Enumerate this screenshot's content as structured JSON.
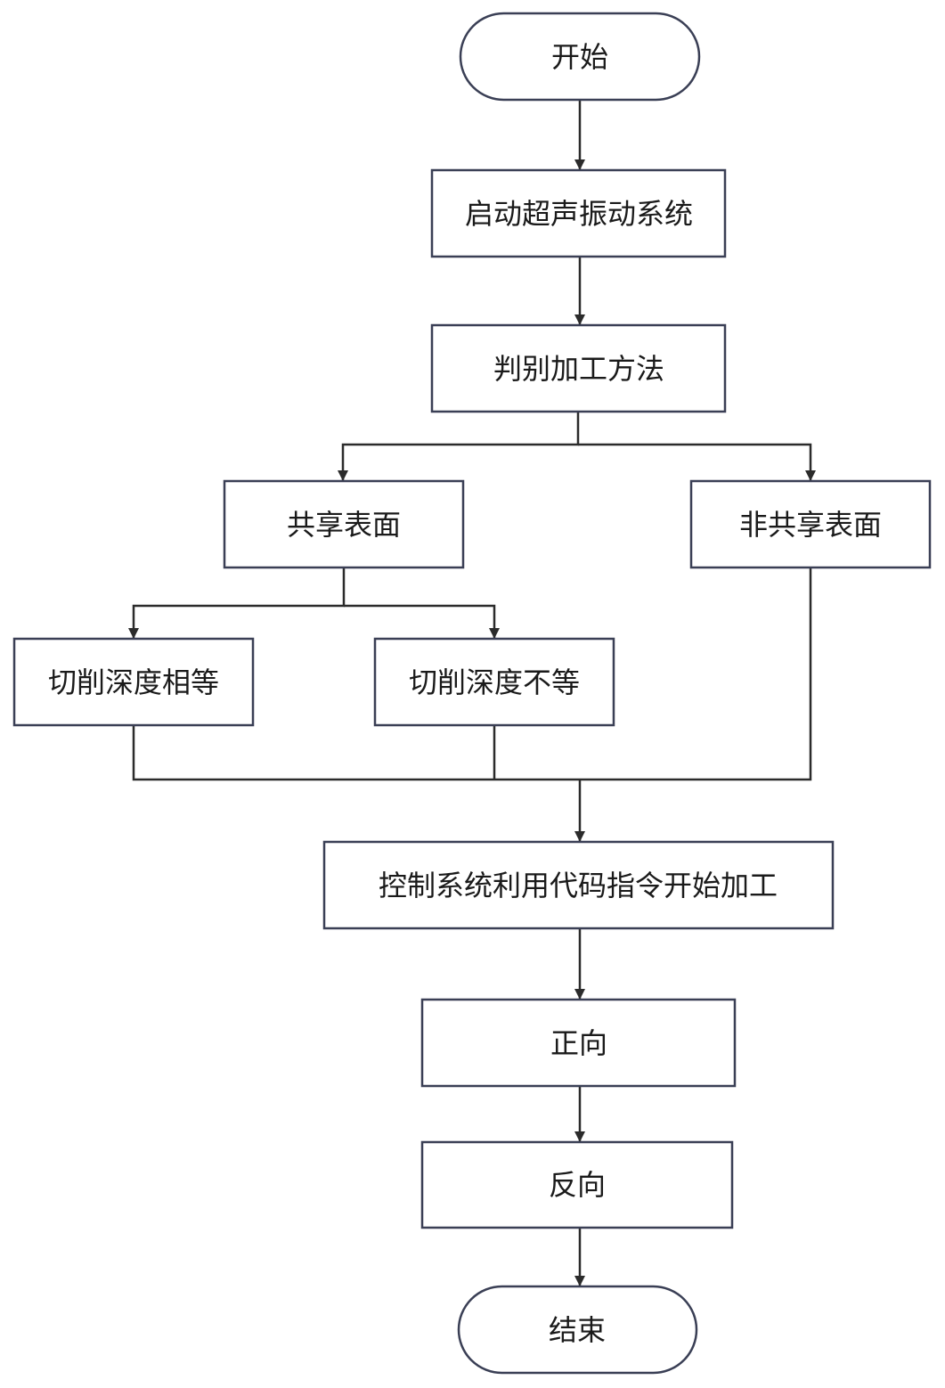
{
  "nodes": {
    "start": "开始",
    "start_ultrasonic": "启动超声振动系统",
    "determine_method": "判别加工方法",
    "shared_surface": "共享表面",
    "non_shared_surface": "非共享表面",
    "equal_depth": "切削深度相等",
    "unequal_depth": "切削深度不等",
    "control_system": "控制系统利用代码指令开始加工",
    "forward": "正向",
    "reverse": "反向",
    "end": "结束"
  },
  "colors": {
    "border": "#3a3f55",
    "line": "#2b2b2b",
    "text": "#1a1a1a",
    "background": "#ffffff"
  }
}
